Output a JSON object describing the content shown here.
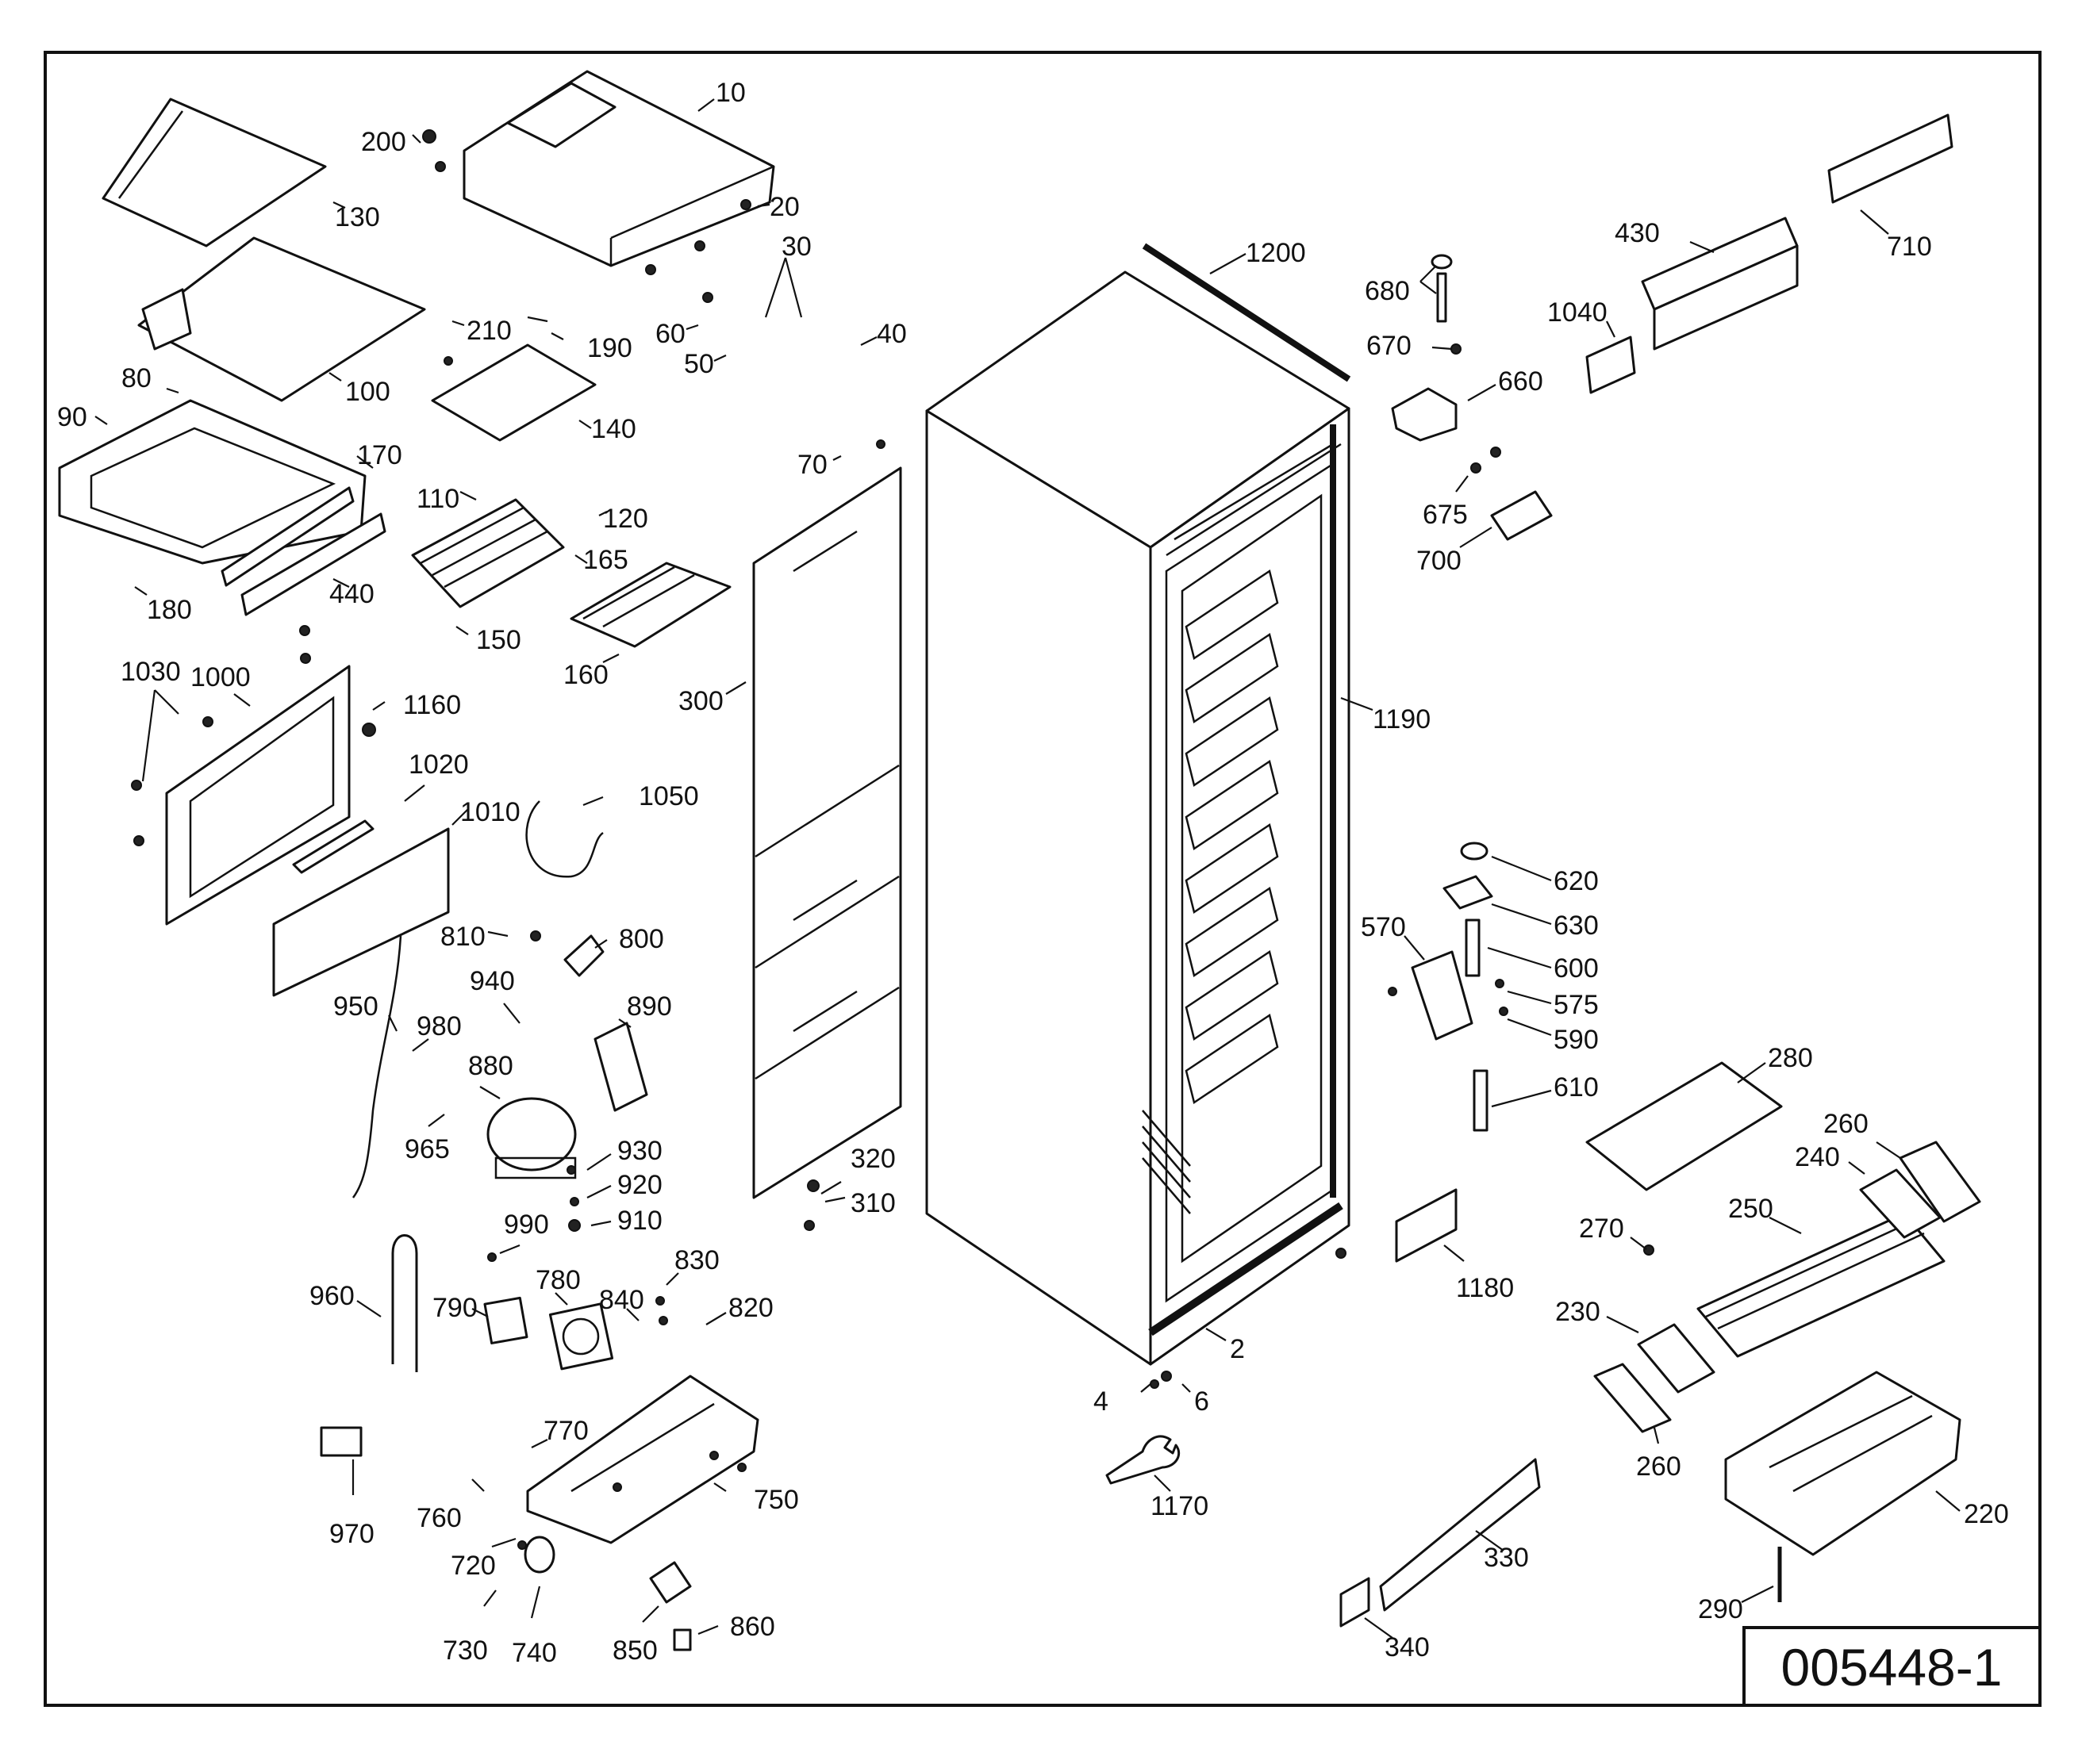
{
  "diagram": {
    "document_number": "005448-1",
    "part_labels": [
      "10",
      "20",
      "30",
      "40",
      "50",
      "60",
      "70",
      "80",
      "90",
      "100",
      "110",
      "120",
      "130",
      "140",
      "150",
      "160",
      "165",
      "170",
      "180",
      "190",
      "200",
      "210",
      "300",
      "310",
      "320",
      "440",
      "950",
      "980",
      "880",
      "965",
      "930",
      "920",
      "910",
      "990",
      "780",
      "790",
      "840",
      "830",
      "820",
      "960",
      "770",
      "750",
      "760",
      "720",
      "730",
      "740",
      "850",
      "860",
      "970",
      "1000",
      "1030",
      "1160",
      "1020",
      "1010",
      "1050",
      "810",
      "800",
      "940",
      "890",
      "1200",
      "1190",
      "2",
      "4",
      "6",
      "1170",
      "680",
      "670",
      "660",
      "675",
      "700",
      "430",
      "710",
      "1040",
      "620",
      "630",
      "600",
      "575",
      "590",
      "570",
      "610",
      "280",
      "260",
      "240",
      "250",
      "270",
      "230",
      "260",
      "220",
      "290",
      "1180",
      "330",
      "340"
    ]
  }
}
